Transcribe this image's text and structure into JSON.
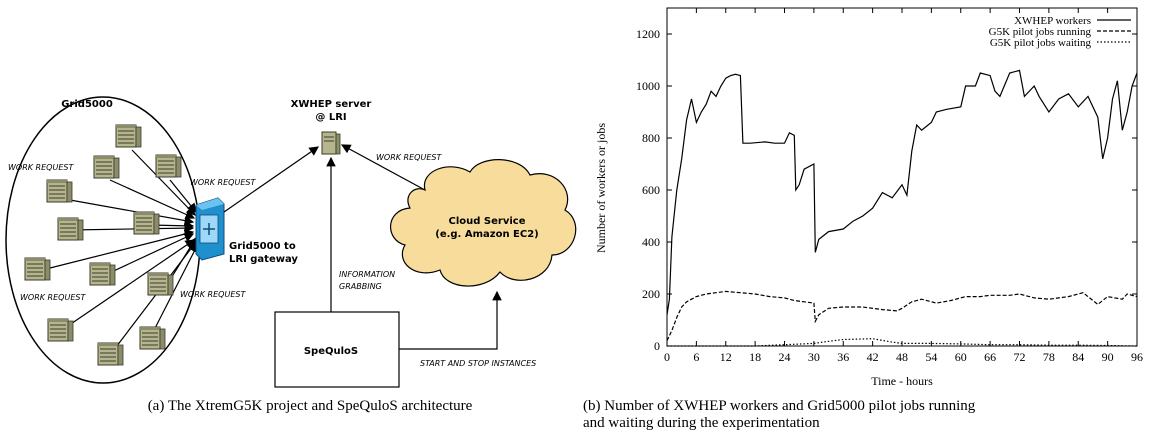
{
  "diagram": {
    "grid_label": "Grid5000",
    "server_label_line1": "XWHEP server",
    "server_label_line2": "@ LRI",
    "gateway_label_line1": "Grid5000 to",
    "gateway_label_line2": "LRI gateway",
    "cloud_label_line1": "Cloud Service",
    "cloud_label_line2": "(e.g. Amazon EC2)",
    "spequlos_label": "SpeQuloS",
    "work_request": "WORK REQUEST",
    "information_line1": "INFORMATION",
    "information_line2": "GRABBING",
    "start_stop": "START AND STOP INSTANCES"
  },
  "captions": {
    "a": "(a) The XtremG5K project and SpeQuloS architecture",
    "b_line1": "(b) Number of XWHEP workers and Grid5000 pilot jobs running",
    "b_line2": "and waiting during the experimentation"
  },
  "chart_data": {
    "type": "line",
    "xlabel": "Time - hours",
    "ylabel": "Number of workers or jobs",
    "xlim": [
      0,
      96
    ],
    "ylim": [
      0,
      1300
    ],
    "xticks": [
      0,
      6,
      12,
      18,
      24,
      30,
      36,
      42,
      48,
      54,
      60,
      66,
      72,
      78,
      84,
      90,
      96
    ],
    "yticks": [
      0,
      200,
      400,
      600,
      800,
      1000,
      1200
    ],
    "legend_position": "top-right",
    "series": [
      {
        "name": "XWHEP workers",
        "style": "solid",
        "points": [
          [
            0,
            120
          ],
          [
            0.5,
            180
          ],
          [
            1,
            420
          ],
          [
            2,
            600
          ],
          [
            3,
            720
          ],
          [
            4,
            870
          ],
          [
            5,
            950
          ],
          [
            6,
            860
          ],
          [
            7,
            900
          ],
          [
            8,
            930
          ],
          [
            9,
            980
          ],
          [
            10,
            960
          ],
          [
            11,
            1000
          ],
          [
            12,
            1030
          ],
          [
            13,
            1040
          ],
          [
            14,
            1045
          ],
          [
            15,
            1040
          ],
          [
            15.5,
            780
          ],
          [
            17,
            780
          ],
          [
            20,
            785
          ],
          [
            22,
            780
          ],
          [
            24,
            780
          ],
          [
            25,
            820
          ],
          [
            26,
            810
          ],
          [
            26.3,
            600
          ],
          [
            27,
            620
          ],
          [
            28,
            680
          ],
          [
            30,
            700
          ],
          [
            30.3,
            360
          ],
          [
            31,
            410
          ],
          [
            33,
            440
          ],
          [
            36,
            450
          ],
          [
            38,
            480
          ],
          [
            40,
            500
          ],
          [
            42,
            530
          ],
          [
            44,
            590
          ],
          [
            46,
            570
          ],
          [
            48,
            620
          ],
          [
            49,
            580
          ],
          [
            50,
            750
          ],
          [
            51,
            850
          ],
          [
            52,
            830
          ],
          [
            54,
            860
          ],
          [
            55,
            900
          ],
          [
            57,
            910
          ],
          [
            60,
            920
          ],
          [
            61,
            1000
          ],
          [
            63,
            1000
          ],
          [
            64,
            1050
          ],
          [
            66,
            1040
          ],
          [
            67,
            980
          ],
          [
            68,
            960
          ],
          [
            70,
            1050
          ],
          [
            72,
            1060
          ],
          [
            73,
            960
          ],
          [
            75,
            1000
          ],
          [
            76,
            960
          ],
          [
            78,
            900
          ],
          [
            80,
            950
          ],
          [
            82,
            970
          ],
          [
            84,
            920
          ],
          [
            86,
            960
          ],
          [
            88,
            880
          ],
          [
            89,
            720
          ],
          [
            90,
            800
          ],
          [
            91,
            950
          ],
          [
            92,
            1020
          ],
          [
            93,
            830
          ],
          [
            94,
            900
          ],
          [
            95,
            1000
          ],
          [
            96,
            1050
          ]
        ]
      },
      {
        "name": "G5K pilot jobs running",
        "style": "dashed",
        "points": [
          [
            0,
            20
          ],
          [
            1,
            60
          ],
          [
            2,
            110
          ],
          [
            3,
            150
          ],
          [
            4,
            170
          ],
          [
            6,
            190
          ],
          [
            8,
            200
          ],
          [
            10,
            205
          ],
          [
            12,
            210
          ],
          [
            15,
            205
          ],
          [
            18,
            200
          ],
          [
            21,
            190
          ],
          [
            24,
            185
          ],
          [
            26,
            175
          ],
          [
            28,
            170
          ],
          [
            30,
            165
          ],
          [
            30.3,
            95
          ],
          [
            31,
            120
          ],
          [
            33,
            145
          ],
          [
            36,
            150
          ],
          [
            40,
            150
          ],
          [
            44,
            140
          ],
          [
            47,
            135
          ],
          [
            48,
            145
          ],
          [
            50,
            170
          ],
          [
            52,
            180
          ],
          [
            55,
            165
          ],
          [
            58,
            175
          ],
          [
            61,
            190
          ],
          [
            64,
            190
          ],
          [
            66,
            195
          ],
          [
            70,
            195
          ],
          [
            72,
            200
          ],
          [
            75,
            185
          ],
          [
            78,
            180
          ],
          [
            82,
            190
          ],
          [
            85,
            205
          ],
          [
            88,
            160
          ],
          [
            90,
            190
          ],
          [
            93,
            180
          ],
          [
            94,
            200
          ],
          [
            96,
            190
          ]
        ]
      },
      {
        "name": "G5K pilot jobs waiting",
        "style": "dotted",
        "points": [
          [
            0,
            0
          ],
          [
            6,
            0
          ],
          [
            12,
            0
          ],
          [
            18,
            0
          ],
          [
            24,
            5
          ],
          [
            30,
            10
          ],
          [
            33,
            18
          ],
          [
            36,
            25
          ],
          [
            42,
            28
          ],
          [
            46,
            15
          ],
          [
            48,
            10
          ],
          [
            54,
            10
          ],
          [
            60,
            8
          ],
          [
            66,
            5
          ],
          [
            72,
            5
          ],
          [
            78,
            3
          ],
          [
            84,
            3
          ],
          [
            90,
            2
          ],
          [
            96,
            0
          ]
        ]
      }
    ]
  }
}
